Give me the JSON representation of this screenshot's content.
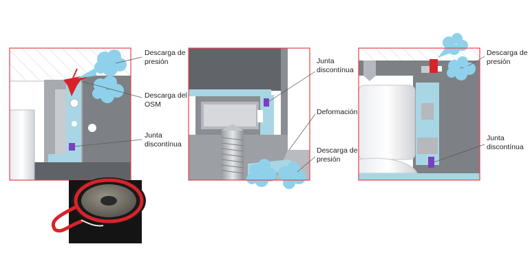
{
  "panels": [
    {
      "name": "left",
      "labels": [
        {
          "id": "pressure",
          "lines": [
            "Descarga de",
            "presión"
          ]
        },
        {
          "id": "osm",
          "lines": [
            "Descarga del",
            "OSM"
          ]
        },
        {
          "id": "joint",
          "lines": [
            "Junta",
            "discontínua"
          ]
        }
      ]
    },
    {
      "name": "middle",
      "labels": [
        {
          "id": "joint",
          "lines": [
            "Junta",
            "discontínua"
          ]
        },
        {
          "id": "deformation",
          "lines": [
            "Deformación"
          ]
        },
        {
          "id": "pressure",
          "lines": [
            "Descarga de",
            "presión"
          ]
        }
      ]
    },
    {
      "name": "right",
      "labels": [
        {
          "id": "pressure",
          "lines": [
            "Descarga de",
            "presión"
          ]
        },
        {
          "id": "joint",
          "lines": [
            "Junta",
            "discontínua"
          ]
        }
      ]
    }
  ],
  "colors": {
    "frame": "#e0434b",
    "steel": "#8a8d91",
    "steel_dark": "#5f6266",
    "steel_light": "#c8cbcf",
    "seal": "#a9d6e5",
    "flow": "#8fd1ea",
    "joint": "#7b3fc2",
    "osm": "#d8232a"
  }
}
